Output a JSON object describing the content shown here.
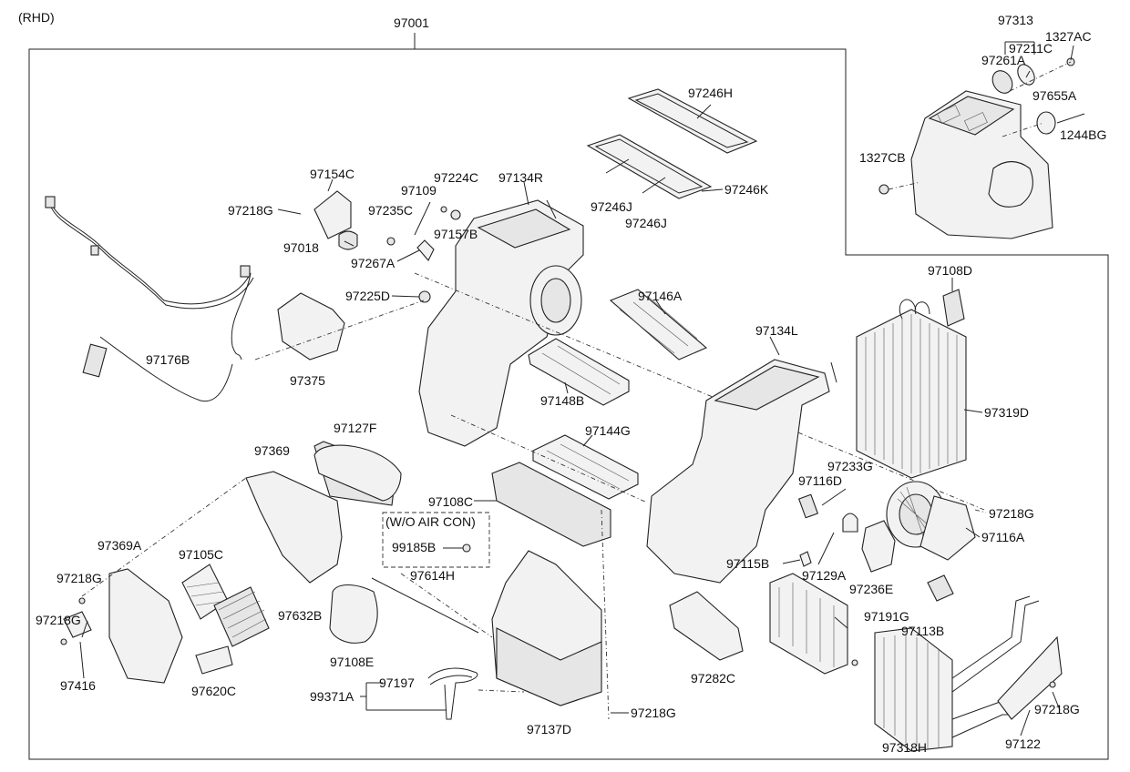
{
  "header": {
    "variant": "(RHD)",
    "assembly": "97001"
  },
  "note_woac": "(W/O AIR CON)",
  "labels": {
    "p97313": "97313",
    "p1327AC": "1327AC",
    "p97211C": "97211C",
    "p97261A": "97261A",
    "p97655A": "97655A",
    "p1244BG": "1244BG",
    "p1327CB": "1327CB",
    "p97246H": "97246H",
    "p97246K": "97246K",
    "p97246J_1": "97246J",
    "p97246J_2": "97246J",
    "p97154C": "97154C",
    "p97218G_1": "97218G",
    "p97109": "97109",
    "p97224C": "97224C",
    "p97134R": "97134R",
    "p97235C": "97235C",
    "p97157B": "97157B",
    "p97018": "97018",
    "p97267A": "97267A",
    "p97225D": "97225D",
    "p97146A": "97146A",
    "p97108D": "97108D",
    "p97176B": "97176B",
    "p97375": "97375",
    "p97134L": "97134L",
    "p97148B": "97148B",
    "p97319D": "97319D",
    "p97127F": "97127F",
    "p97144G": "97144G",
    "p97369": "97369",
    "p97233G": "97233G",
    "p97116D": "97116D",
    "p97108C": "97108C",
    "p97218G_2": "97218G",
    "p97116A": "97116A",
    "p99185B": "99185B",
    "p97369A": "97369A",
    "p97105C": "97105C",
    "p97115B": "97115B",
    "p97129A": "97129A",
    "p97614H": "97614H",
    "p97218G_3": "97218G",
    "p97236E": "97236E",
    "p97632B": "97632B",
    "p97191G": "97191G",
    "p97113B": "97113B",
    "p97218G_4": "97218G",
    "p97108E": "97108E",
    "p97416": "97416",
    "p97197": "97197",
    "p97282C": "97282C",
    "p99371A": "99371A",
    "p97620C": "97620C",
    "p97218G_5": "97218G",
    "p97218G_6": "97218G",
    "p97137D": "97137D",
    "p97318H": "97318H",
    "p97122": "97122"
  }
}
